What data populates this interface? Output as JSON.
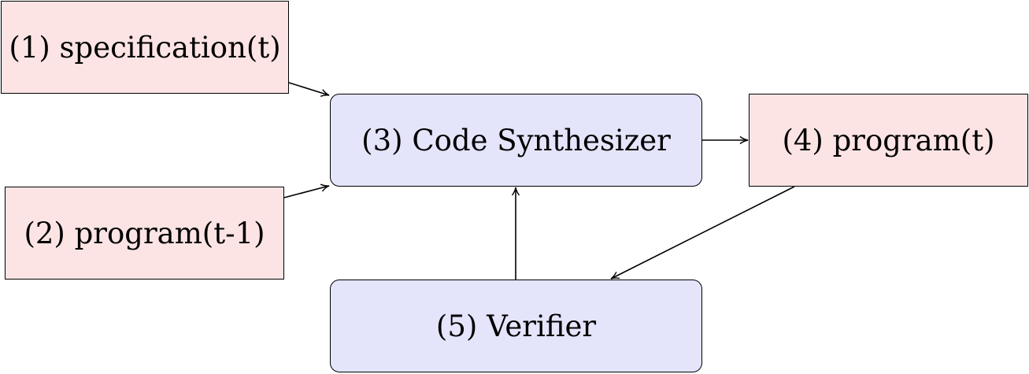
{
  "diagram": {
    "nodes": {
      "specification": {
        "label": "(1) specification(t)",
        "fill": "#fde4e4"
      },
      "previous_program": {
        "label": "(2) program(t-1)",
        "fill": "#fde4e4"
      },
      "code_synthesizer": {
        "label": "(3) Code Synthesizer",
        "fill": "#e4e4fb"
      },
      "program": {
        "label": "(4) program(t)",
        "fill": "#fde4e4"
      },
      "verifier": {
        "label": "(5) Verifier",
        "fill": "#e4e4fb"
      }
    },
    "edges": [
      {
        "from": "specification",
        "to": "code_synthesizer"
      },
      {
        "from": "previous_program",
        "to": "code_synthesizer"
      },
      {
        "from": "code_synthesizer",
        "to": "program"
      },
      {
        "from": "program",
        "to": "verifier"
      },
      {
        "from": "verifier",
        "to": "code_synthesizer"
      }
    ]
  }
}
